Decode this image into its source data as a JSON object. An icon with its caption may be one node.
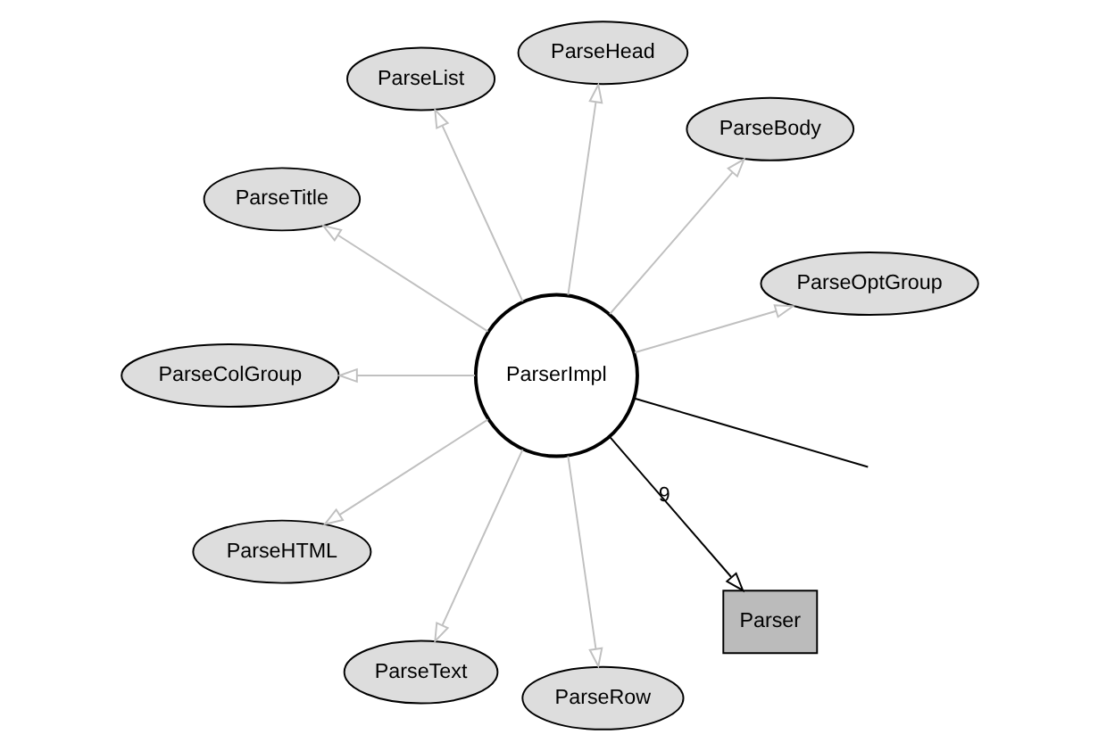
{
  "diagram": {
    "nodes": [
      {
        "text": [
          "ParseOptGroup"
        ]
      },
      {
        "text": [
          "ParseBody"
        ]
      },
      {
        "text": [
          "ParseHead"
        ]
      },
      {
        "text": [
          "ParseList"
        ]
      },
      {
        "text": [
          "ParseTitle"
        ]
      },
      {
        "text": [
          "ParseColGroup"
        ]
      },
      {
        "text": [
          "ParseHTML"
        ]
      },
      {
        "text": [
          "ParseText"
        ]
      },
      {
        "text": [
          "ParseRow"
        ]
      },
      {
        "text": [
          "ParserImpl"
        ]
      },
      {
        "text": [
          "Parser"
        ]
      }
    ],
    "edges": [
      {
        "from": 9,
        "to": 0,
        "arrow": "to",
        "color": "#c0c0c0"
      },
      {
        "from": 9,
        "to": 1,
        "arrow": "to",
        "color": "#c0c0c0"
      },
      {
        "from": 9,
        "to": 2,
        "arrow": "to",
        "color": "#c0c0c0"
      },
      {
        "from": 9,
        "to": 3,
        "arrow": "to",
        "color": "#c0c0c0"
      },
      {
        "from": 9,
        "to": 4,
        "arrow": "to",
        "color": "#c0c0c0"
      },
      {
        "from": 9,
        "to": 5,
        "arrow": "to",
        "color": "#c0c0c0"
      },
      {
        "from": 9,
        "to": 6,
        "arrow": "to",
        "color": "#c0c0c0"
      },
      {
        "from": 9,
        "to": 7,
        "arrow": "to",
        "color": "#c0c0c0"
      },
      {
        "from": 9,
        "to": 8,
        "arrow": "to",
        "color": "#c0c0c0"
      },
      {
        "from": 9,
        "to": 10,
        "arrow": "to",
        "label": "9",
        "color": "#000000"
      },
      {
        "from": 9,
        "to": null,
        "arrow": "none",
        "color": "#000000"
      }
    ]
  }
}
